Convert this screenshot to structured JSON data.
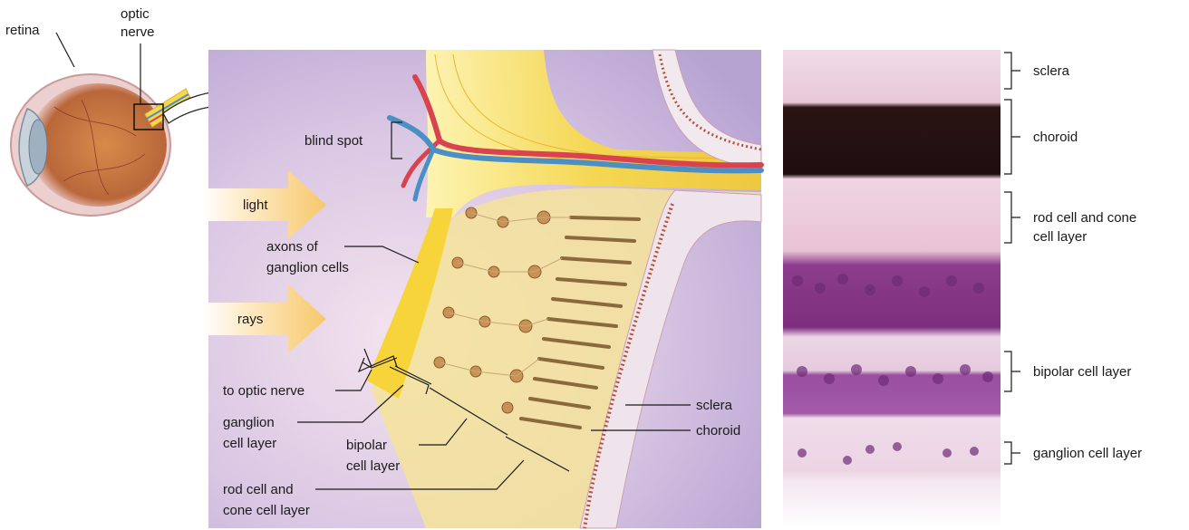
{
  "eye_figure": {
    "labels": {
      "retina": "retina",
      "optic_nerve_line1": "optic",
      "optic_nerve_line2": "nerve"
    }
  },
  "diagram": {
    "labels": {
      "blind_spot": "blind spot",
      "light": "light",
      "rays": "rays",
      "axons_line1": "axons of",
      "axons_line2": "ganglion cells",
      "to_optic_nerve": "to optic nerve",
      "ganglion_line1": "ganglion",
      "ganglion_line2": "cell layer",
      "bipolar_line1": "bipolar",
      "bipolar_line2": "cell layer",
      "rodcone_line1": "rod cell and",
      "rodcone_line2": "cone cell layer",
      "sclera": "sclera",
      "choroid": "choroid"
    }
  },
  "micrograph": {
    "labels": {
      "sclera": "sclera",
      "choroid": "choroid",
      "rodcone_line1": "rod cell and cone",
      "rodcone_line2": "cell layer",
      "bipolar": "bipolar cell layer",
      "ganglion": "ganglion cell layer"
    }
  },
  "colors": {
    "diagram_bg": "#c9b6dc",
    "nerve_yellow": "#f3d44a",
    "artery_red": "#d8434f",
    "vein_blue": "#4b8fc4",
    "arrow_fill": "#fbe3b0",
    "choroid_dots": "#b4553a"
  }
}
